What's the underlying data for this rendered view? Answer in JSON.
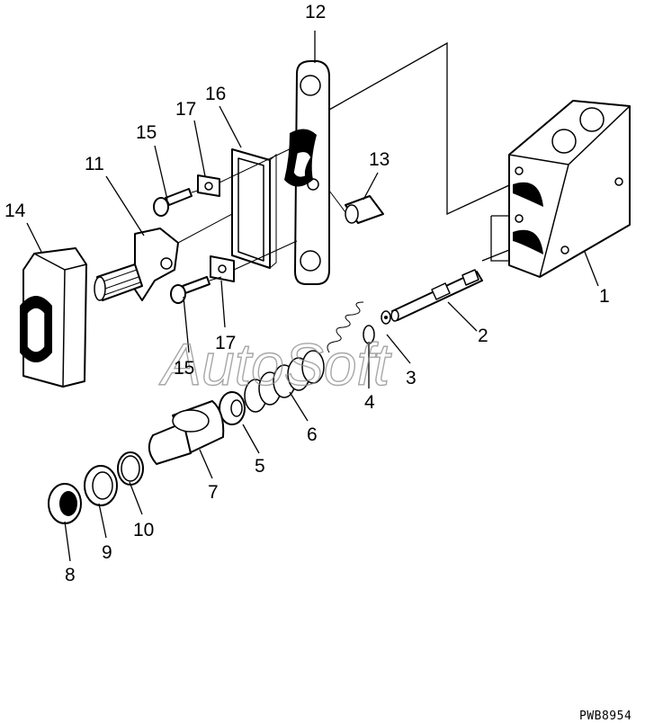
{
  "diagram": {
    "callouts": {
      "c1": "1",
      "c2": "2",
      "c3": "3",
      "c4": "4",
      "c5": "5",
      "c6": "6",
      "c7": "7",
      "c8": "8",
      "c9": "9",
      "c10": "10",
      "c11": "11",
      "c12": "12",
      "c13": "13",
      "c14": "14",
      "c15a": "15",
      "c15b": "15",
      "c16": "16",
      "c17a": "17",
      "c17b": "17"
    },
    "watermark": "AutoSoft",
    "drawing_code": "PWB8954"
  }
}
